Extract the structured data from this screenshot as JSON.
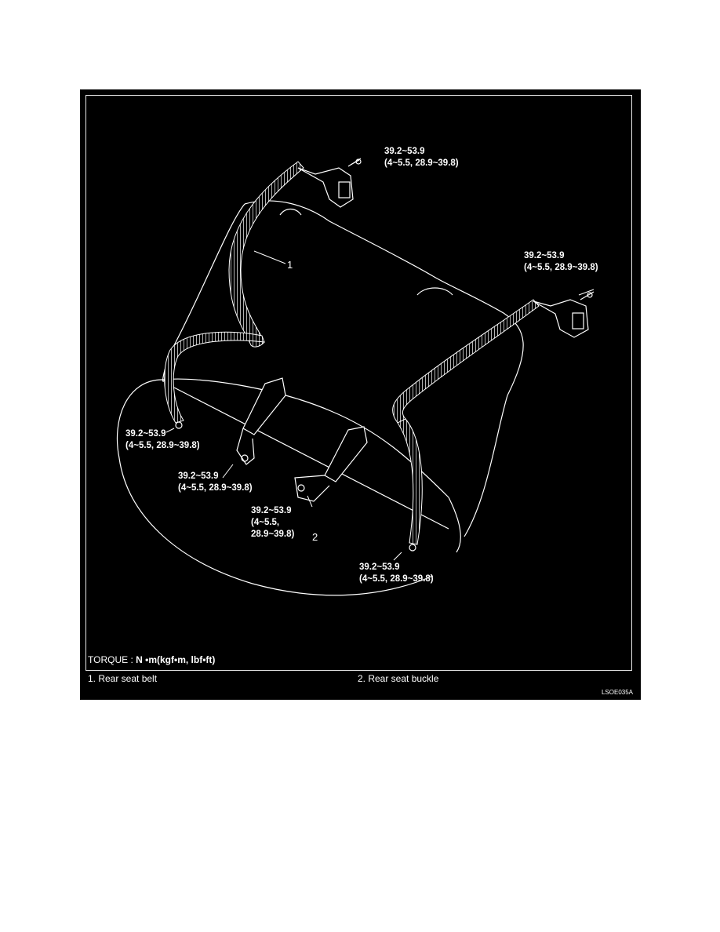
{
  "diagram": {
    "torque_values": {
      "upper_retractor_left": {
        "line1": "39.2~53.9",
        "line2": "(4~5.5, 28.9~39.8)"
      },
      "upper_retractor_right": {
        "line1": "39.2~53.9",
        "line2": "(4~5.5, 28.9~39.8)"
      },
      "lower_anchor_left": {
        "line1": "39.2~53.9",
        "line2": "(4~5.5, 28.9~39.8)"
      },
      "buckle_left": {
        "line1": "39.2~53.9",
        "line2": "(4~5.5, 28.9~39.8)"
      },
      "buckle_center": {
        "line1": "39.2~53.9",
        "line2": "(4~5.5,",
        "line3": "28.9~39.8)"
      },
      "lower_anchor_right": {
        "line1": "39.2~53.9",
        "line2": "(4~5.5, 28.9~39.8)"
      }
    },
    "callouts": {
      "belt_number": "1",
      "buckle_number": "2"
    },
    "torque_unit": {
      "prefix": "TORQUE : ",
      "unit": "N •m(kgf•m, lbf•ft)"
    },
    "legend": {
      "item1": "1. Rear seat belt",
      "item2": "2. Rear seat buckle"
    },
    "figure_code": "LSOE035A",
    "colors": {
      "background": "#000000",
      "lines": "#ffffff"
    }
  }
}
